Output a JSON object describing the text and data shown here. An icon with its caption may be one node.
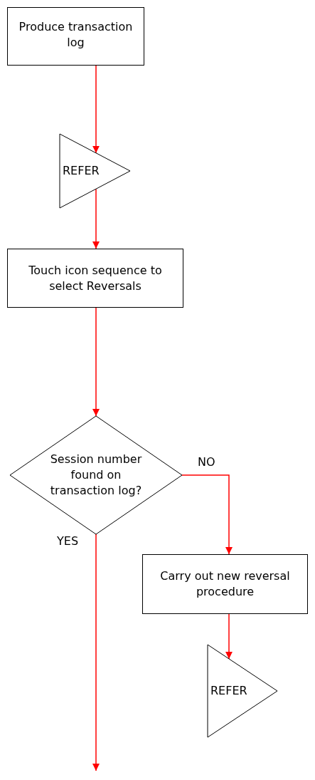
{
  "diagram": {
    "nodes": [
      {
        "text": [
          "Produce transaction log"
        ]
      },
      {
        "text": [
          "REFER"
        ]
      },
      {
        "text": [
          "Touch icon sequence to select Reversals"
        ]
      },
      {
        "text": [
          "Session number found on transaction log?"
        ]
      },
      {
        "text": [
          "Carry out new reversal procedure"
        ]
      },
      {
        "text": [
          "REFER"
        ]
      }
    ],
    "edges": [
      {
        "from": 0,
        "to": 1,
        "arrow": "to"
      },
      {
        "from": 1,
        "to": 2,
        "arrow": "to"
      },
      {
        "from": 2,
        "to": 3,
        "arrow": "to"
      },
      {
        "from": 3,
        "to": 4,
        "arrow": "to",
        "label": "NO"
      },
      {
        "from": 3,
        "to": null,
        "arrow": "to",
        "label": "YES"
      },
      {
        "from": 4,
        "to": 5,
        "arrow": "to"
      }
    ]
  }
}
